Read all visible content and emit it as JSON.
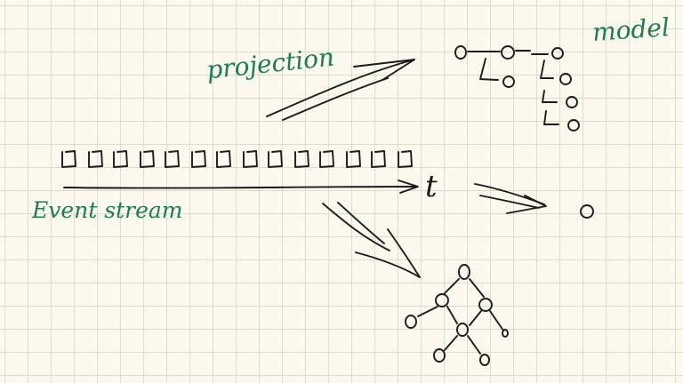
{
  "colors": {
    "paper": "#fbf9ee",
    "grid": "#dcdccd",
    "ink": "#1b1b1b",
    "label": "#1f7a55"
  },
  "labels": {
    "projection": "projection",
    "model": "model",
    "event_stream": "Event stream",
    "time": "t"
  },
  "event_stream": {
    "event_count": 14
  }
}
